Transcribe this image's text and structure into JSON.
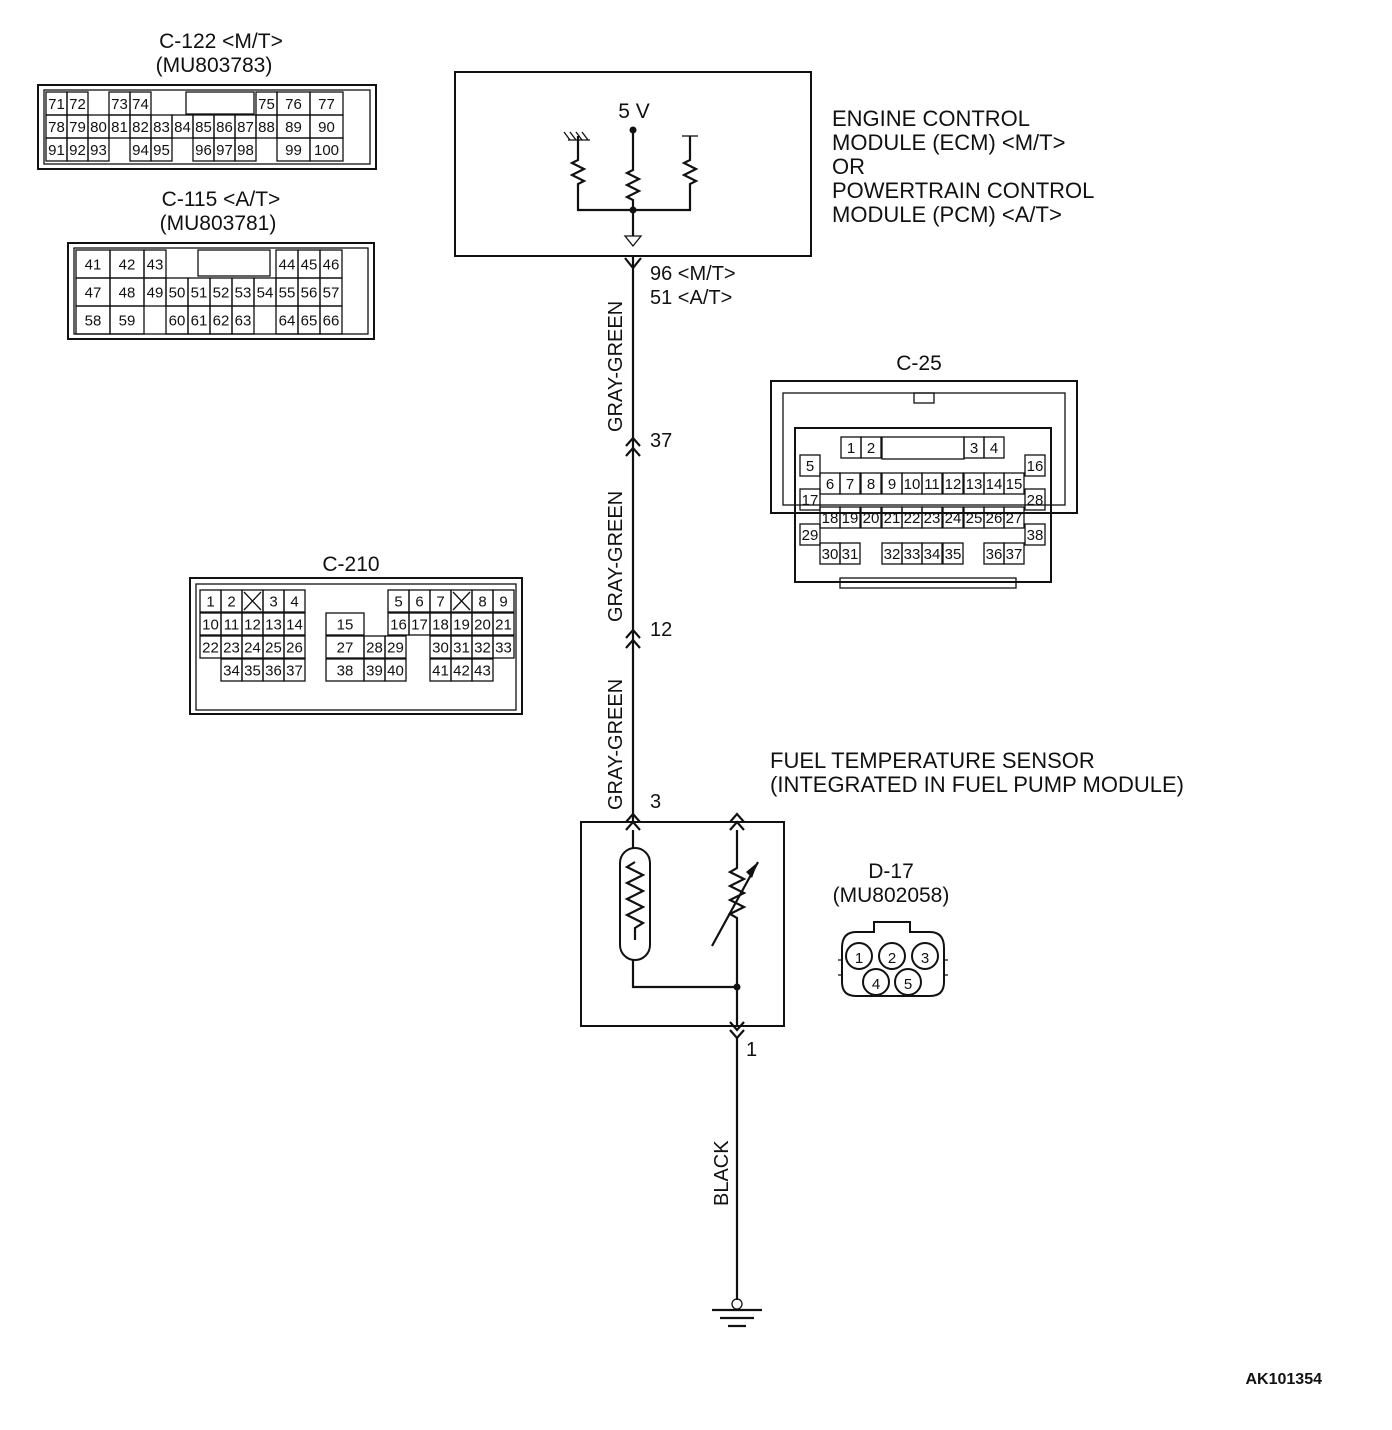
{
  "ecm_label_lines": [
    "ENGINE CONTROL",
    "MODULE (ECM) <M/T>",
    "OR",
    "POWERTRAIN CONTROL",
    "MODULE (PCM) <A/T>"
  ],
  "supply_voltage": "5 V",
  "ecm_terminal_lines": [
    "96 <M/T>",
    "51 <A/T>"
  ],
  "wire_upper": "GRAY-GREEN",
  "wire_middle": "GRAY-GREEN",
  "wire_lower": "GRAY-GREEN",
  "wire_ground": "BLACK",
  "junction_37": "37",
  "junction_12": "12",
  "sensor_pin_signal": "3",
  "sensor_pin_ground": "1",
  "sensor_label_lines": [
    "FUEL TEMPERATURE SENSOR",
    "(INTEGRATED IN FUEL PUMP MODULE)"
  ],
  "connectors": {
    "c122": {
      "title": "C-122 <M/T>",
      "part": "(MU803783)",
      "rows": [
        [
          "71",
          "72",
          "",
          "73",
          "74",
          "",
          "",
          "",
          "",
          "",
          "75",
          "76",
          "77"
        ],
        [
          "78",
          "79",
          "80",
          "81",
          "82",
          "83",
          "84",
          "85",
          "86",
          "87",
          "88",
          "89",
          "90"
        ],
        [
          "91",
          "92",
          "93",
          "",
          "94",
          "95",
          "",
          "96",
          "97",
          "98",
          "",
          "99",
          "100"
        ]
      ]
    },
    "c115": {
      "title": "C-115 <A/T>",
      "part": "(MU803781)",
      "rows": [
        [
          "41",
          "42",
          "43",
          "",
          "",
          "",
          "",
          "",
          "44",
          "45",
          "46"
        ],
        [
          "47",
          "48",
          "49",
          "50",
          "51",
          "52",
          "53",
          "54",
          "55",
          "56",
          "57"
        ],
        [
          "58",
          "59",
          "",
          "60",
          "61",
          "62",
          "63",
          "",
          "64",
          "65",
          "66"
        ]
      ]
    },
    "c210": {
      "title": "C-210",
      "rows": [
        [
          "1",
          "2",
          "X",
          "3",
          "4",
          "",
          "5",
          "6",
          "7",
          "X",
          "8",
          "9"
        ],
        [
          "10",
          "11",
          "12",
          "13",
          "14",
          "15",
          "16",
          "17",
          "18",
          "19",
          "20",
          "21"
        ],
        [
          "22",
          "23",
          "24",
          "25",
          "26",
          "27",
          "28",
          "29",
          "30",
          "31",
          "32",
          "33"
        ],
        [
          "34",
          "35",
          "36",
          "37",
          "38",
          "39",
          "40",
          "41",
          "42",
          "43"
        ]
      ]
    },
    "c25": {
      "title": "C-25",
      "rows": [
        [
          "1",
          "2",
          "3",
          "4"
        ],
        [
          "5",
          "16"
        ],
        [
          "6",
          "7",
          "8",
          "9",
          "10",
          "11",
          "12",
          "13",
          "14",
          "15"
        ],
        [
          "17",
          "28"
        ],
        [
          "18",
          "19",
          "20",
          "21",
          "22",
          "23",
          "24",
          "25",
          "26",
          "27"
        ],
        [
          "29",
          "38"
        ],
        [
          "30",
          "31",
          "32",
          "33",
          "34",
          "35",
          "36",
          "37"
        ]
      ]
    },
    "d17": {
      "title": "D-17",
      "part": "(MU802058)",
      "pins": [
        "1",
        "2",
        "3",
        "4",
        "5"
      ]
    }
  },
  "figure_id": "AK101354"
}
